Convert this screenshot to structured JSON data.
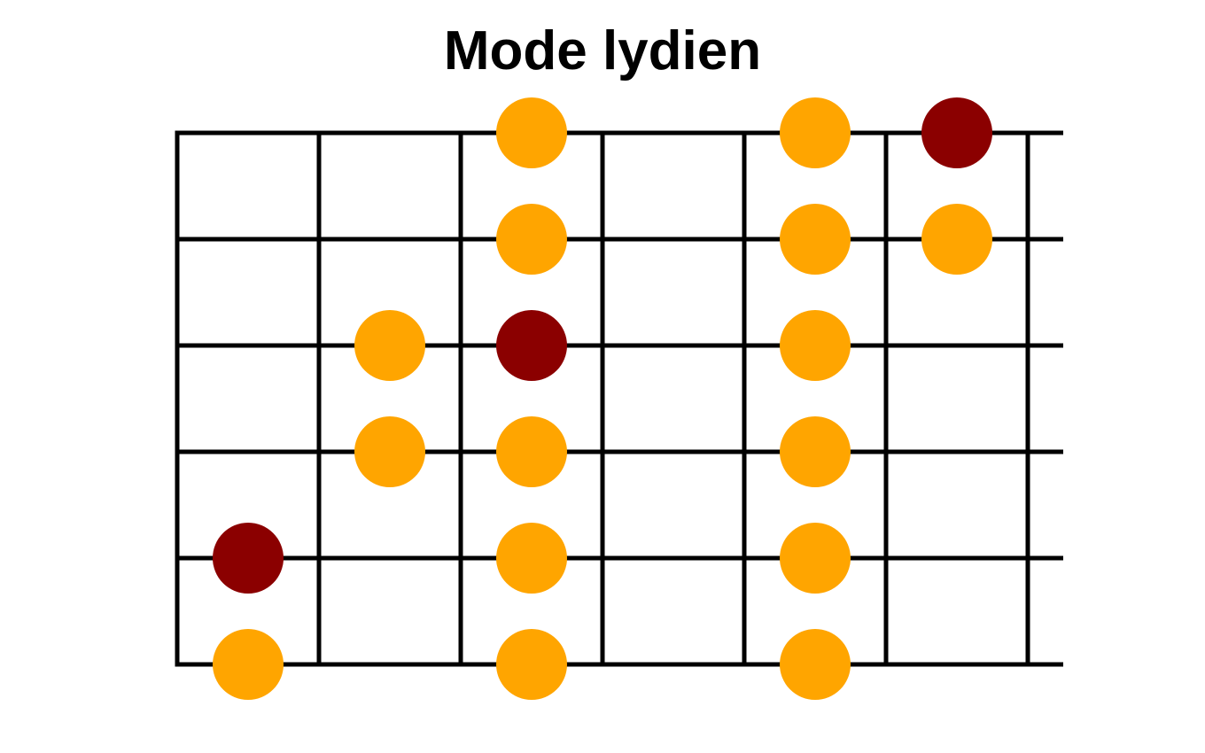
{
  "title": "Mode lydien",
  "fretboard": {
    "string_count": 6,
    "fret_count": 6,
    "open_right_edge": true,
    "colors": {
      "lines": "#000000",
      "scale_note": "#ffa500",
      "root_note": "#8b0000",
      "background": "#ffffff"
    },
    "notes": [
      {
        "string": 1,
        "fret": 3,
        "role": "scale"
      },
      {
        "string": 1,
        "fret": 5,
        "role": "scale"
      },
      {
        "string": 1,
        "fret": 6,
        "role": "root"
      },
      {
        "string": 2,
        "fret": 3,
        "role": "scale"
      },
      {
        "string": 2,
        "fret": 5,
        "role": "scale"
      },
      {
        "string": 2,
        "fret": 6,
        "role": "scale"
      },
      {
        "string": 3,
        "fret": 2,
        "role": "scale"
      },
      {
        "string": 3,
        "fret": 3,
        "role": "root"
      },
      {
        "string": 3,
        "fret": 5,
        "role": "scale"
      },
      {
        "string": 4,
        "fret": 2,
        "role": "scale"
      },
      {
        "string": 4,
        "fret": 3,
        "role": "scale"
      },
      {
        "string": 4,
        "fret": 5,
        "role": "scale"
      },
      {
        "string": 5,
        "fret": 1,
        "role": "root"
      },
      {
        "string": 5,
        "fret": 3,
        "role": "scale"
      },
      {
        "string": 5,
        "fret": 5,
        "role": "scale"
      },
      {
        "string": 6,
        "fret": 1,
        "role": "scale"
      },
      {
        "string": 6,
        "fret": 3,
        "role": "scale"
      },
      {
        "string": 6,
        "fret": 5,
        "role": "scale"
      }
    ]
  }
}
